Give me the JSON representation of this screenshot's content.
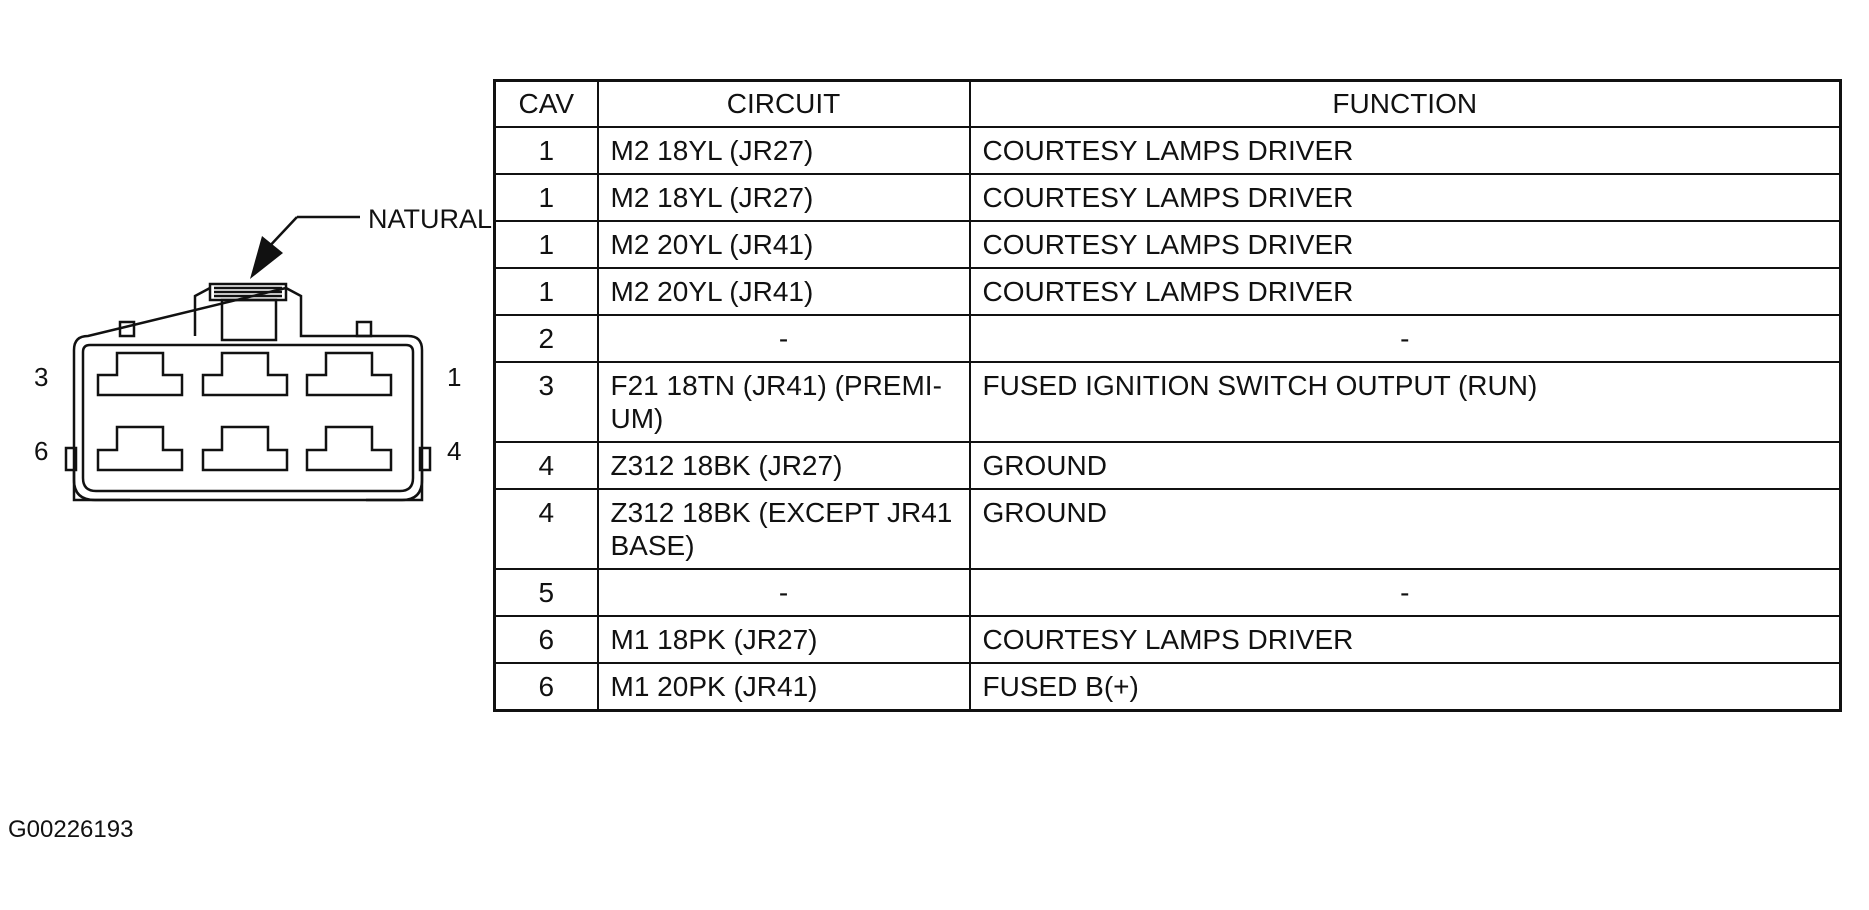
{
  "connector": {
    "color_label": "NATURAL",
    "pin_labels": {
      "top_left": "3",
      "top_right": "1",
      "bottom_left": "6",
      "bottom_right": "4"
    }
  },
  "table": {
    "headers": {
      "cav": "CAV",
      "circuit": "CIRCUIT",
      "function": "FUNCTION"
    },
    "rows": [
      {
        "cav": "1",
        "circuit": "M2 18YL (JR27)",
        "function": "COURTESY LAMPS DRIVER"
      },
      {
        "cav": "1",
        "circuit": "M2 18YL (JR27)",
        "function": "COURTESY LAMPS DRIVER"
      },
      {
        "cav": "1",
        "circuit": "M2 20YL (JR41)",
        "function": "COURTESY LAMPS DRIVER"
      },
      {
        "cav": "1",
        "circuit": "M2 20YL (JR41)",
        "function": "COURTESY LAMPS DRIVER"
      },
      {
        "cav": "2",
        "circuit": "-",
        "function": "-"
      },
      {
        "cav": "3",
        "circuit": "F21 18TN (JR41) (PREMI-UM)",
        "function": "FUSED IGNITION SWITCH OUTPUT (RUN)"
      },
      {
        "cav": "4",
        "circuit": "Z312 18BK (JR27)",
        "function": "GROUND"
      },
      {
        "cav": "4",
        "circuit": "Z312 18BK (EXCEPT JR41 BASE)",
        "function": "GROUND"
      },
      {
        "cav": "5",
        "circuit": "-",
        "function": "-"
      },
      {
        "cav": "6",
        "circuit": "M1 18PK (JR27)",
        "function": "COURTESY LAMPS DRIVER"
      },
      {
        "cav": "6",
        "circuit": "M1 20PK (JR41)",
        "function": "FUSED B(+)"
      }
    ]
  },
  "figure_id": "G00226193"
}
